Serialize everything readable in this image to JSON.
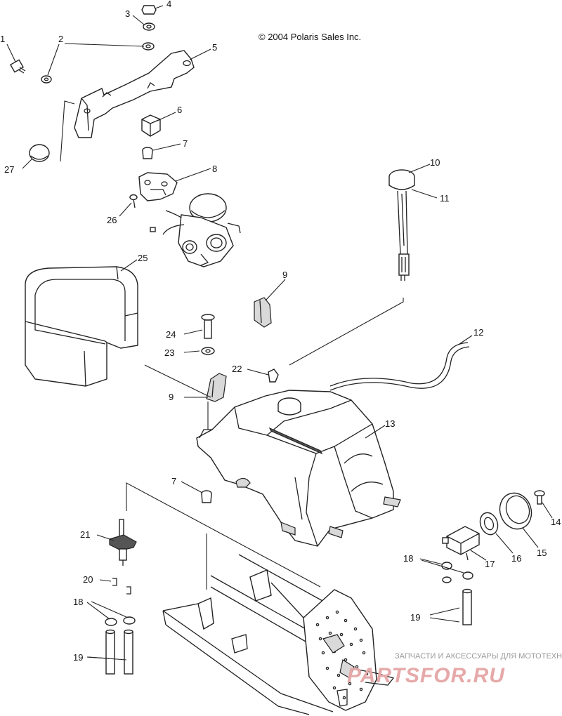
{
  "copyright": "© 2004 Polaris Sales Inc.",
  "watermark": {
    "line1": "ЗАПЧАСТИ И АКСЕССУАРЫ ДЛЯ МОТОТЕХНИКИ",
    "line2": "PARTSFOR.RU"
  },
  "callouts": {
    "c1": "1",
    "c2": "2",
    "c3": "3",
    "c4": "4",
    "c5": "5",
    "c6": "6",
    "c7a": "7",
    "c7b": "7",
    "c8": "8",
    "c9a": "9",
    "c9b": "9",
    "c10": "10",
    "c11": "11",
    "c12": "12",
    "c13": "13",
    "c14": "14",
    "c15": "15",
    "c16": "16",
    "c17": "17",
    "c18a": "18",
    "c18b": "18",
    "c19a": "19",
    "c19b": "19",
    "c20": "20",
    "c21": "21",
    "c22": "22",
    "c23": "23",
    "c24": "24",
    "c25": "25",
    "c26": "26",
    "c27": "27"
  }
}
